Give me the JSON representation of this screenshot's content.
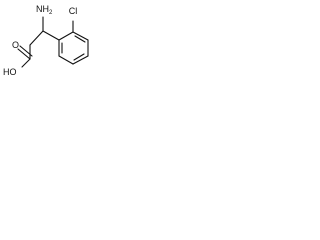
{
  "molecule": {
    "labels": {
      "amino": "NH",
      "amino_subscript": "2",
      "chloro": "Cl",
      "hydroxyl": "HO",
      "carbonyl": "O"
    }
  },
  "colors": {
    "bond": "#111111",
    "text": "#111111",
    "background": "#ffffff"
  }
}
